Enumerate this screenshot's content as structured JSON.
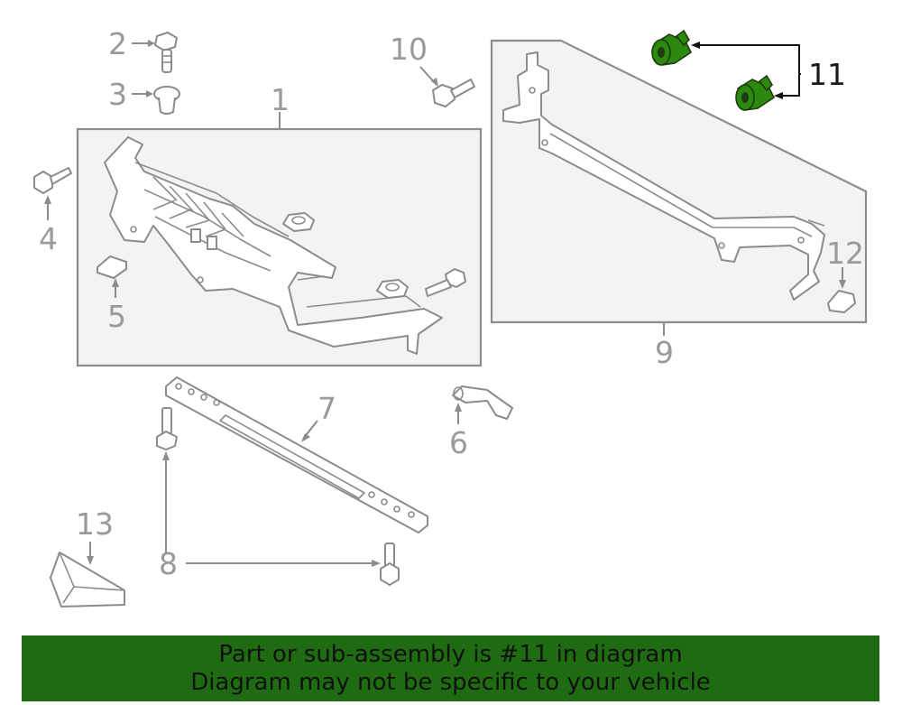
{
  "callouts": {
    "c1": "1",
    "c2": "2",
    "c3": "3",
    "c4": "4",
    "c5": "5",
    "c6": "6",
    "c7": "7",
    "c8": "8",
    "c9": "9",
    "c10": "10",
    "c11": "11",
    "c12": "12",
    "c13": "13"
  },
  "highlighted_part": "11",
  "colors": {
    "highlight": "#2b8a0e",
    "banner": "#1e6b12",
    "line": "#8c8c8c"
  },
  "banner": {
    "line1": "Part or sub-assembly is #11 in diagram",
    "line2": "Diagram may not be specific to your vehicle"
  }
}
